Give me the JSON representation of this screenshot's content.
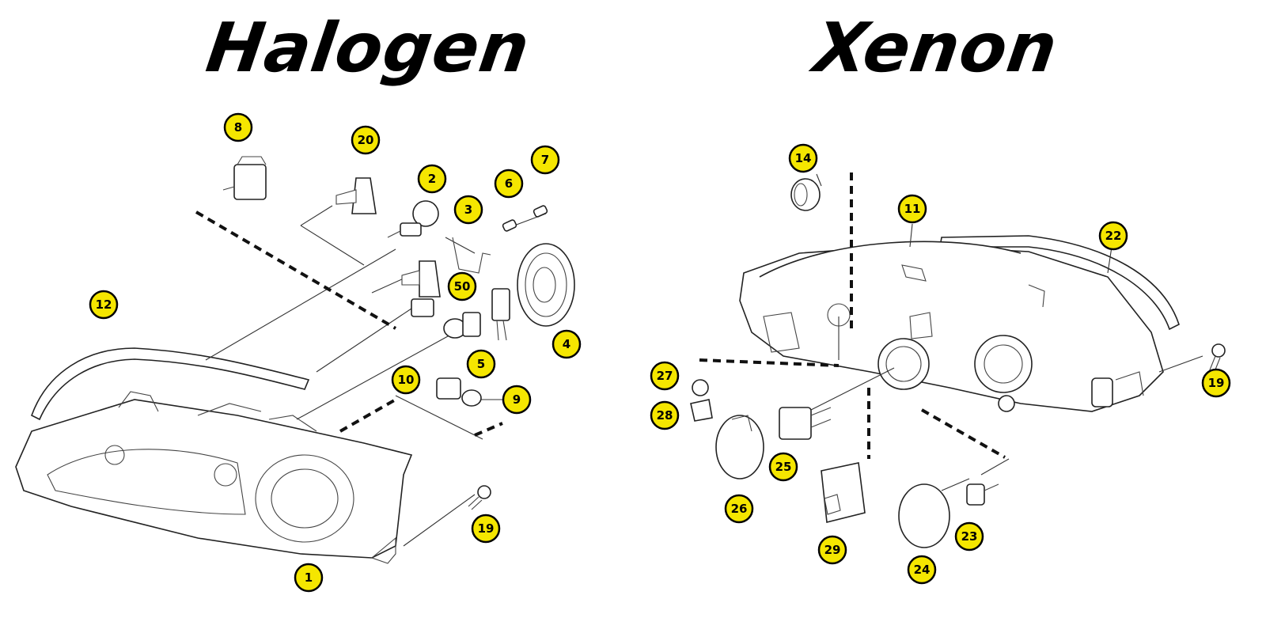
{
  "titles": {
    "left": "Halogen",
    "right": "Xenon"
  },
  "colors": {
    "callout_fill": "#f5e600",
    "callout_stroke": "#000000"
  },
  "callouts": {
    "c1": "1",
    "c2": "2",
    "c3": "3",
    "c4": "4",
    "c5": "5",
    "c6": "6",
    "c7": "7",
    "c8": "8",
    "c9": "9",
    "c10": "10",
    "c12": "12",
    "c19a": "19",
    "c20": "20",
    "c50": "50",
    "c11": "11",
    "c14": "14",
    "c19b": "19",
    "c22": "22",
    "c23": "23",
    "c24": "24",
    "c25": "25",
    "c26": "26",
    "c27": "27",
    "c28": "28",
    "c29": "29"
  }
}
